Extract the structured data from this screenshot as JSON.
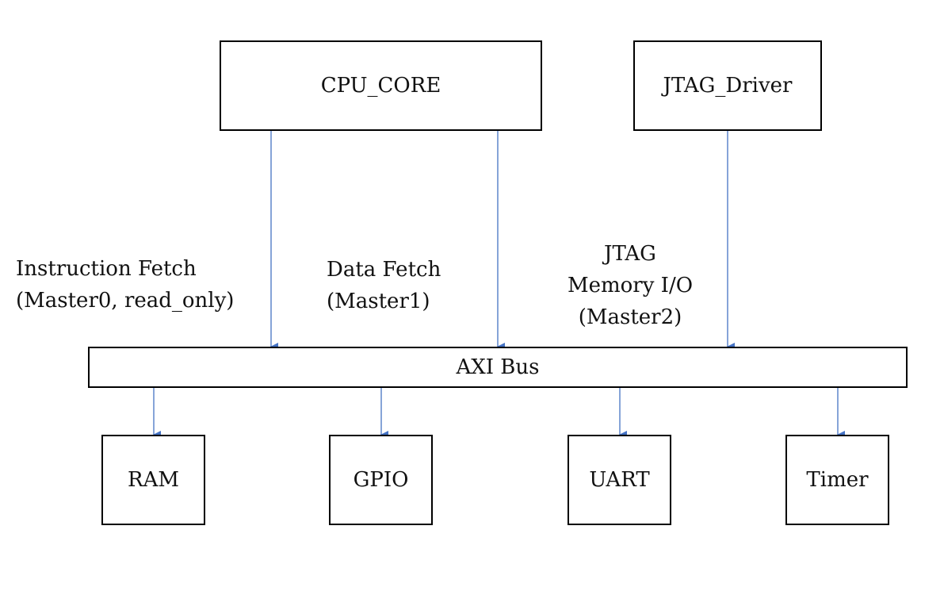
{
  "masters": {
    "cpu_core": "CPU_CORE",
    "jtag_driver": "JTAG_Driver"
  },
  "bus": {
    "label": "AXI Bus"
  },
  "connections": {
    "instruction_fetch": [
      "Instruction Fetch",
      "(Master0, read_only)"
    ],
    "data_fetch": [
      "Data Fetch",
      "(Master1)"
    ],
    "jtag_memory_io": [
      "JTAG",
      "Memory I/O",
      "(Master2)"
    ]
  },
  "slaves": [
    "RAM",
    "GPIO",
    "UART",
    "Timer"
  ],
  "colors": {
    "box_border": "#000000",
    "arrow": "#4472c4",
    "text": "#111111"
  }
}
